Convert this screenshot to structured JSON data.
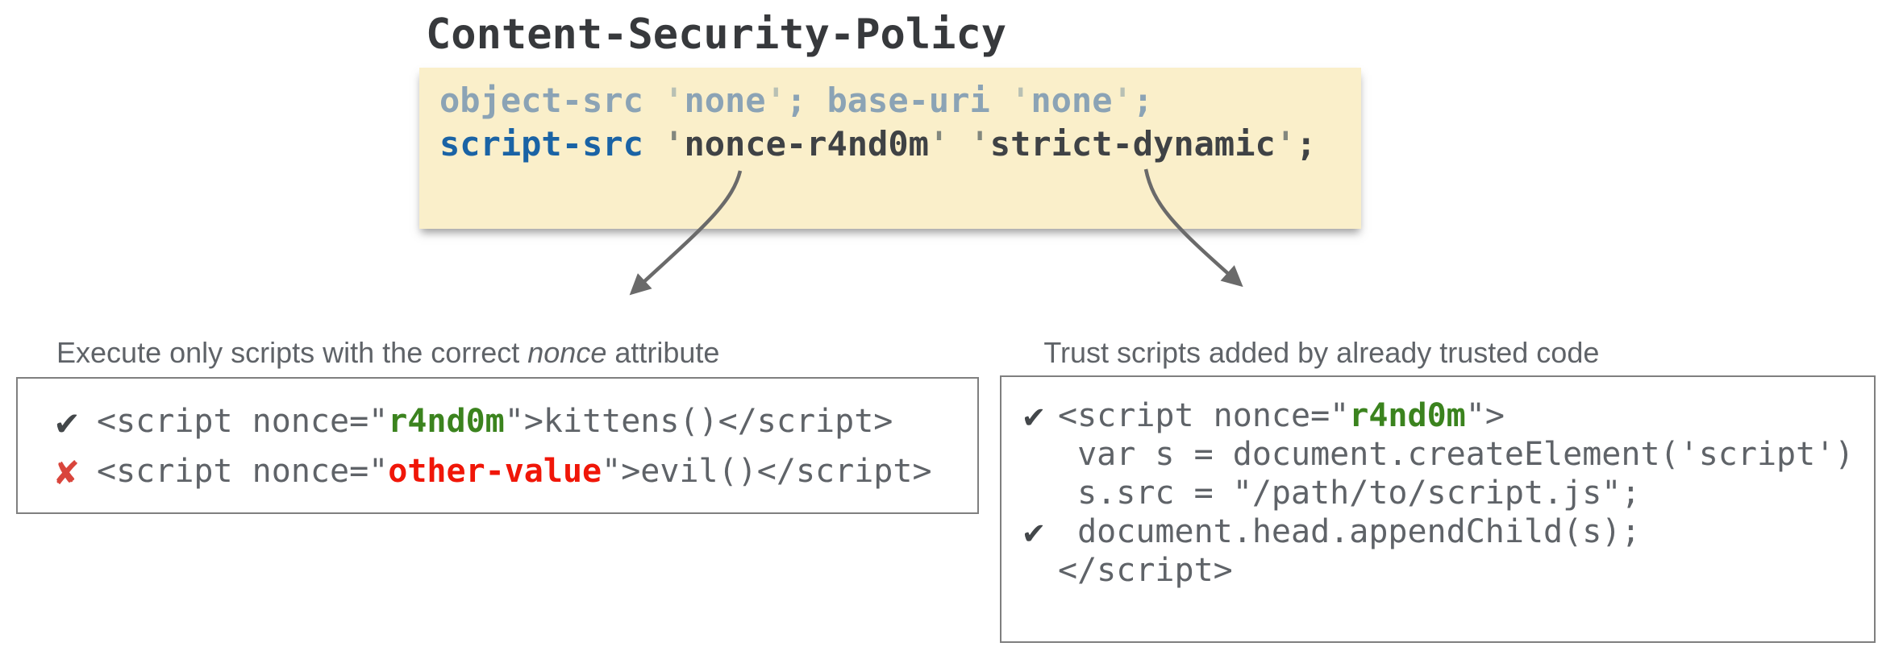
{
  "title": "Content-Security-Policy",
  "icons": {
    "check": "✔",
    "cross": "✘"
  },
  "policy": {
    "line1": [
      {
        "t": "object-src ",
        "c": "dir"
      },
      {
        "t": "'",
        "c": "q1"
      },
      {
        "t": "none",
        "c": "dir"
      },
      {
        "t": "'",
        "c": "q1"
      },
      {
        "t": "; ",
        "c": "dir"
      },
      {
        "t": "base-uri ",
        "c": "dir"
      },
      {
        "t": "'",
        "c": "q1"
      },
      {
        "t": "none",
        "c": "dir"
      },
      {
        "t": "'",
        "c": "q1"
      },
      {
        "t": ";",
        "c": "dir"
      }
    ],
    "line2": [
      {
        "t": "script-src ",
        "c": "blue"
      },
      {
        "t": "'",
        "c": "q2"
      },
      {
        "t": "nonce-r4nd0m",
        "c": "dark"
      },
      {
        "t": "'",
        "c": "q2"
      },
      {
        "t": " ",
        "c": "dark"
      },
      {
        "t": "'",
        "c": "q2"
      },
      {
        "t": "strict-dynamic",
        "c": "dark"
      },
      {
        "t": "'",
        "c": "q2"
      },
      {
        "t": ";",
        "c": "dark"
      }
    ]
  },
  "captions": {
    "left_pre": "Execute only scripts with the correct ",
    "left_em": "nonce",
    "left_post": " attribute",
    "right": "Trust scripts added by already trusted code"
  },
  "left_box": {
    "rows": [
      {
        "mark": "check",
        "tokens": [
          {
            "t": "<script nonce=\"",
            "c": "code"
          },
          {
            "t": "r4nd0m",
            "c": "green"
          },
          {
            "t": "\">kittens()</script>",
            "c": "code"
          }
        ]
      },
      {
        "mark": "cross",
        "tokens": [
          {
            "t": "<script nonce=\"",
            "c": "code"
          },
          {
            "t": "other-value",
            "c": "red"
          },
          {
            "t": "\">evil()</script>",
            "c": "code"
          }
        ]
      }
    ]
  },
  "right_box": {
    "rows": [
      {
        "mark": "check",
        "tokens": [
          {
            "t": "<script nonce=\"",
            "c": "code"
          },
          {
            "t": "r4nd0m",
            "c": "green"
          },
          {
            "t": "\">",
            "c": "code"
          }
        ]
      },
      {
        "mark": "",
        "tokens": [
          {
            "t": " var s = document.createElement('script')",
            "c": "code"
          }
        ]
      },
      {
        "mark": "",
        "tokens": [
          {
            "t": " s.src = \"/path/to/script.js\";",
            "c": "code"
          }
        ]
      },
      {
        "mark": "check",
        "tokens": [
          {
            "t": " document.head.appendChild(s);",
            "c": "code"
          }
        ]
      },
      {
        "mark": "",
        "tokens": [
          {
            "t": "</script>",
            "c": "code"
          }
        ]
      }
    ]
  },
  "colors": {
    "policy_bg": "#faefca",
    "directive_gray_blue": "#8ba3b5",
    "script_src_blue": "#1a63a5",
    "value_dark": "#3f4245",
    "code_gray": "#5f6368",
    "nonce_green": "#3b831e",
    "bad_value_red": "#f01608",
    "cross_red": "#d9453c",
    "check_gray": "#43474a",
    "arrow_gray": "#6a6a6a",
    "box_border_gray": "#7f7f7f"
  }
}
